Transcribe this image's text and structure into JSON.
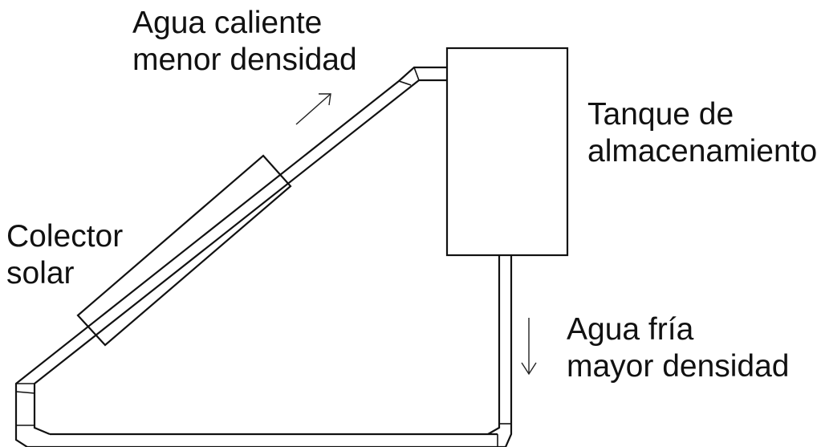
{
  "labels": {
    "hot_water": [
      "Agua caliente",
      "menor densidad"
    ],
    "tank": [
      "Tanque de",
      "almacenamiento"
    ],
    "collector": [
      "Colector",
      "solar"
    ],
    "cold_water": [
      "Agua fría",
      "mayor densidad"
    ]
  },
  "colors": {
    "line": "#111111",
    "background": "#ffffff"
  }
}
